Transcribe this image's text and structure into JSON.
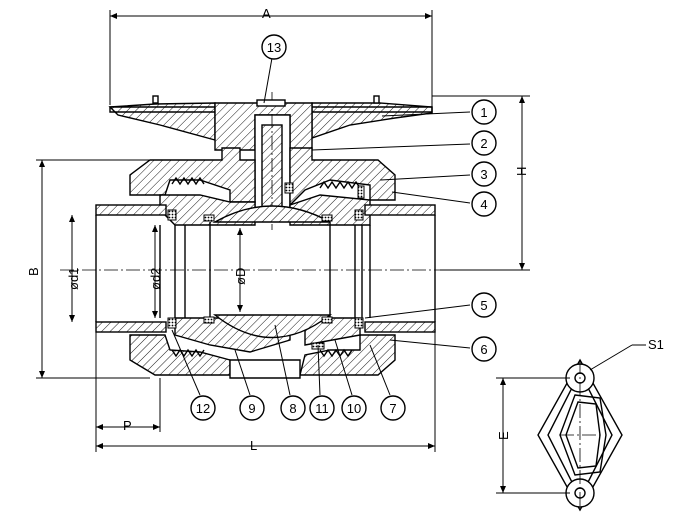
{
  "dimensions": {
    "A": "A",
    "H": "H",
    "B": "B",
    "d1": "ød1",
    "d2": "ød2",
    "D": "øD",
    "P": "P",
    "L": "L",
    "E": "E",
    "S1": "S1"
  },
  "callouts": [
    {
      "id": "c1",
      "label": "1"
    },
    {
      "id": "c2",
      "label": "2"
    },
    {
      "id": "c3",
      "label": "3"
    },
    {
      "id": "c4",
      "label": "4"
    },
    {
      "id": "c5",
      "label": "5"
    },
    {
      "id": "c6",
      "label": "6"
    },
    {
      "id": "c7",
      "label": "7"
    },
    {
      "id": "c8",
      "label": "8"
    },
    {
      "id": "c9",
      "label": "9"
    },
    {
      "id": "c10",
      "label": "10"
    },
    {
      "id": "c11",
      "label": "11"
    },
    {
      "id": "c12",
      "label": "12"
    },
    {
      "id": "c13",
      "label": "13"
    }
  ]
}
